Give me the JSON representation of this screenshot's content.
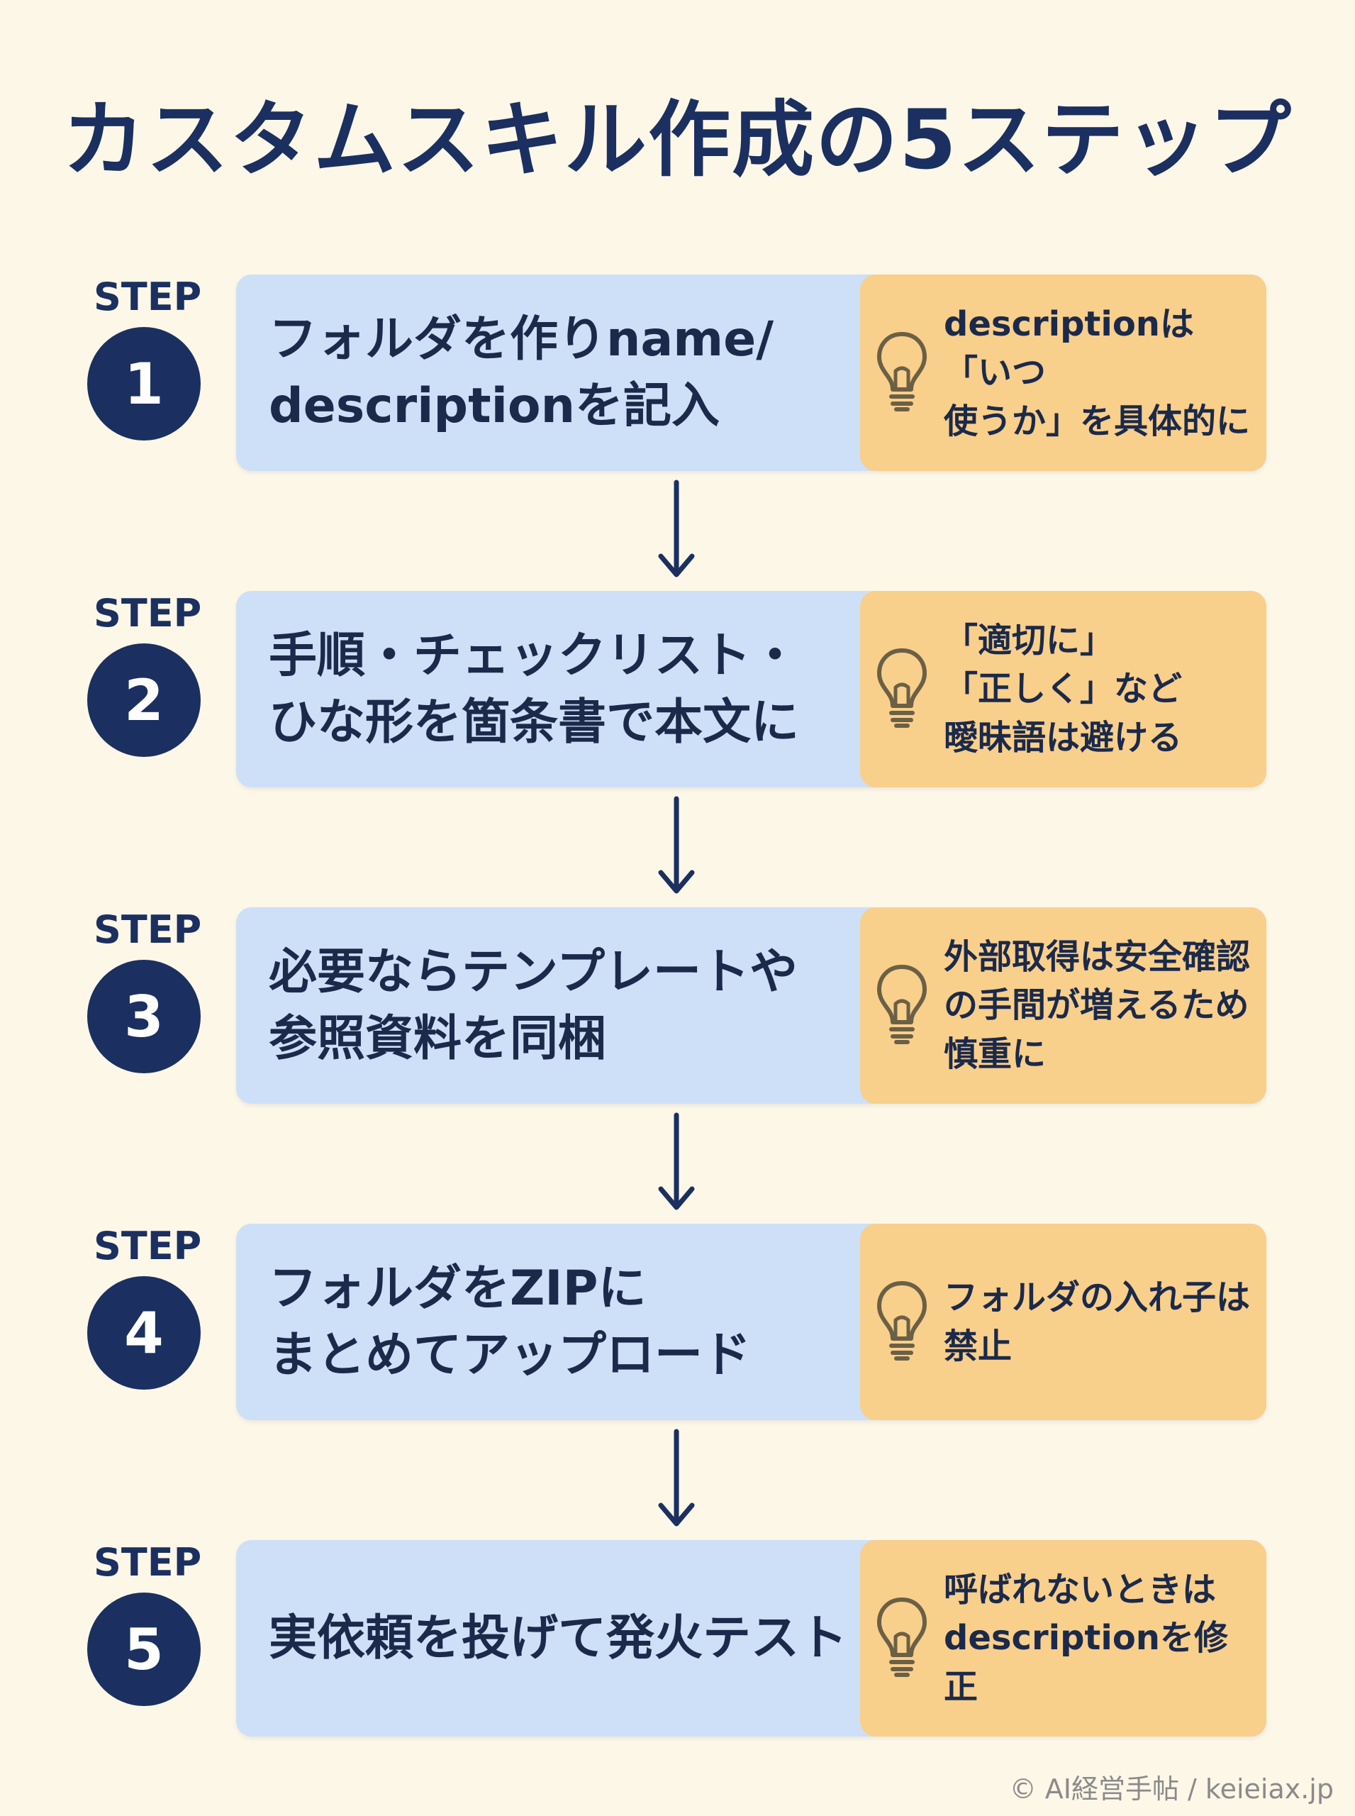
{
  "title": "カスタムスキル作成の5ステップ",
  "steps": [
    {
      "label": "STEP",
      "number": "1",
      "text": "フォルダを作りname/\ndescriptionを記入",
      "tip": "descriptionは「いつ\n使うか」を具体的に",
      "tip_icon": "lightbulb-icon"
    },
    {
      "label": "STEP",
      "number": "2",
      "text": "手順・チェックリスト・\nひな形を箇条書で本文に",
      "tip": "「適切に」\n「正しく」など\n曖昧語は避ける",
      "tip_icon": "lightbulb-icon"
    },
    {
      "label": "STEP",
      "number": "3",
      "text": "必要ならテンプレートや\n参照資料を同梱",
      "tip": "外部取得は安全確認\nの手間が増えるため\n慎重に",
      "tip_icon": "lightbulb-icon"
    },
    {
      "label": "STEP",
      "number": "4",
      "text": "フォルダをZIPに\nまとめてアップロード",
      "tip": "フォルダの入れ子は\n禁止",
      "tip_icon": "lightbulb-icon"
    },
    {
      "label": "STEP",
      "number": "5",
      "text": "実依頼を投げて発火テスト",
      "tip": "呼ばれないときは\ndescriptionを修正",
      "tip_icon": "lightbulb-icon"
    }
  ],
  "footer": "© AI経営手帖 / keieiax.jp",
  "colors": {
    "background": "#fdf7e8",
    "navy": "#1b3060",
    "card": "#cde0f7",
    "tip": "#f9cf8c"
  }
}
